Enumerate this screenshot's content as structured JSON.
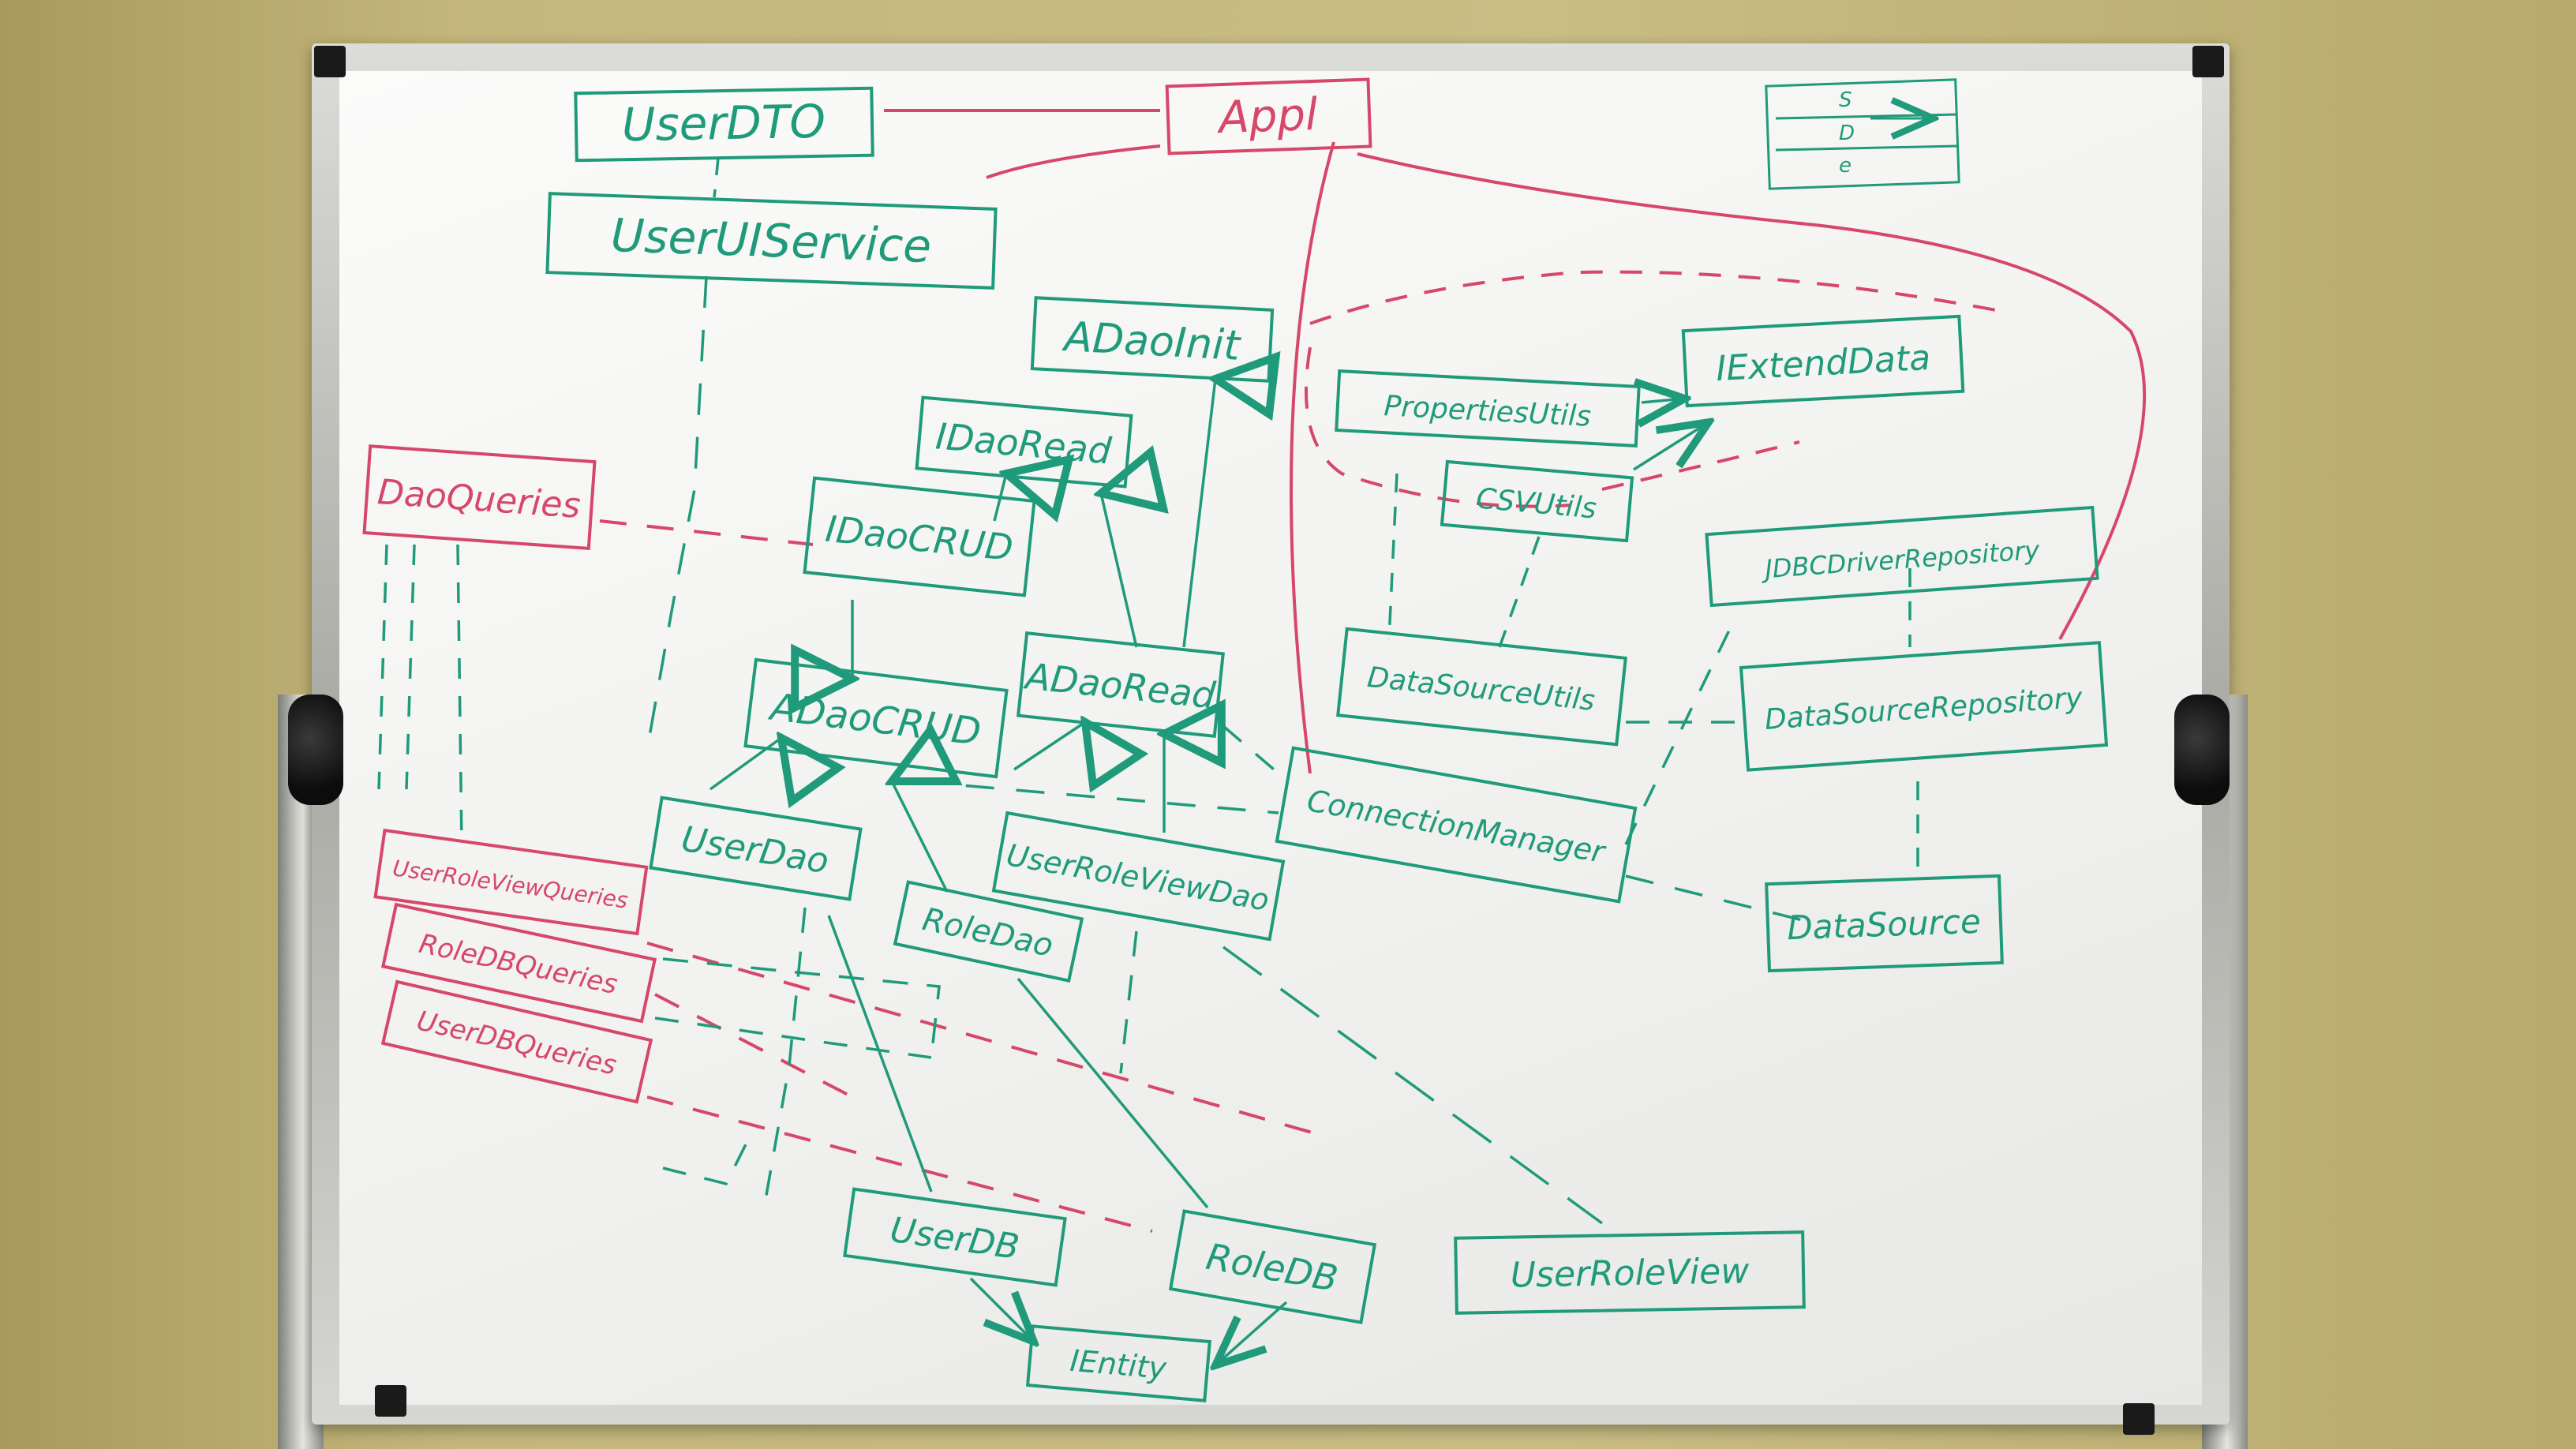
{
  "colors": {
    "green": "#1f9a7a",
    "red": "#d6476a",
    "board": "#f4f4f2"
  },
  "nodes": {
    "user_dto": "UserDTO",
    "appl": "Appl",
    "user_ui_service": "UserUIService",
    "adao_init": "ADaoInit",
    "idao_read": "IDaoRead",
    "idao_crud": "IDaoCRUD",
    "adao_crud": "ADaoCRUD",
    "adao_read": "ADaoRead",
    "dao_queries": "DaoQueries",
    "user_dao": "UserDao",
    "role_dao": "RoleDao",
    "user_role_view_dao": "UserRoleViewDao",
    "user_role_view_queries": "UserRoleViewQueries",
    "role_db_queries": "RoleDBQueries",
    "user_db_queries": "UserDBQueries",
    "properties_utils": "PropertiesUtils",
    "iextend_data": "IExtendData",
    "csv_utils": "CSVUtils",
    "jdbc_driver_repository": "JDBCDriverRepository",
    "data_source_utils": "DataSourceUtils",
    "data_source_repository": "DataSourceRepository",
    "connection_manager": "ConnectionManager",
    "data_source": "DataSource",
    "user_db": "UserDB",
    "role_db": "RoleDB",
    "user_role_view": "UserRoleView",
    "ientity": "IEntity"
  },
  "legend": {
    "s": "S",
    "d": "D",
    "e": "e"
  }
}
